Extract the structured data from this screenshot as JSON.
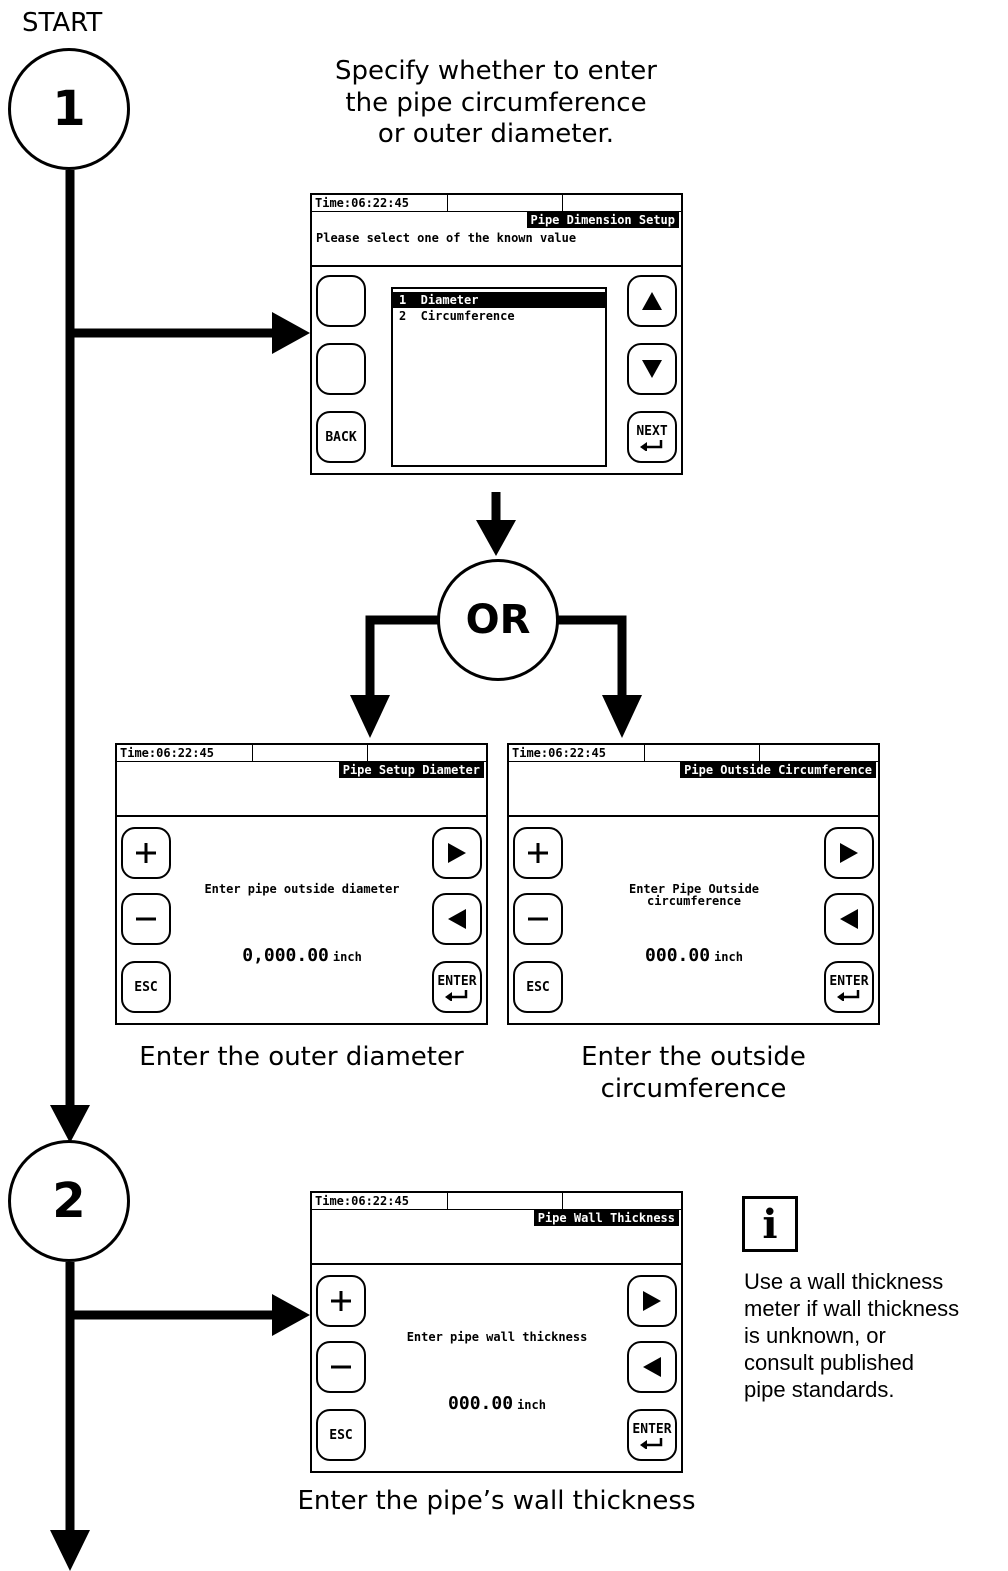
{
  "start_label": "START",
  "steps": {
    "one": "1",
    "two": "2"
  },
  "or_label": "OR",
  "step1_instruction": [
    "Specify whether to enter",
    "the pipe circumference",
    "or outer diameter."
  ],
  "screens": {
    "dimension_setup": {
      "time": "Time:06:22:45",
      "title": "Pipe Dimension Setup",
      "subtitle": "Please select one of the known value",
      "options": [
        "1  Diameter",
        "2  Circumference"
      ],
      "selected_index": 0,
      "back_label": "BACK",
      "next_label": "NEXT"
    },
    "diameter": {
      "time": "Time:06:22:45",
      "title": "Pipe Setup Diameter",
      "prompt": "Enter pipe outside diameter",
      "value": "0,000.00",
      "unit": "inch",
      "esc_label": "ESC",
      "enter_label": "ENTER"
    },
    "circumference": {
      "time": "Time:06:22:45",
      "title": "Pipe Outside Circumference",
      "prompt_line1": "Enter Pipe Outside",
      "prompt_line2": "circumference",
      "value": "000.00",
      "unit": "inch",
      "esc_label": "ESC",
      "enter_label": "ENTER"
    },
    "wall_thickness": {
      "time": "Time:06:22:45",
      "title": "Pipe Wall Thickness",
      "prompt": "Enter pipe wall thickness",
      "value": "000.00",
      "unit": "inch",
      "esc_label": "ESC",
      "enter_label": "ENTER"
    }
  },
  "captions": {
    "diameter": "Enter the outer diameter",
    "circumference": [
      "Enter the outside",
      "circumference"
    ],
    "wall_thickness": "Enter the pipe’s wall thickness"
  },
  "info": {
    "icon": "i",
    "note": [
      "Use a wall thickness",
      "meter if wall thickness",
      "is unknown, or",
      "consult published",
      "pipe standards."
    ]
  },
  "icons": [
    "plus-icon",
    "minus-icon",
    "up-triangle-icon",
    "down-triangle-icon",
    "right-triangle-icon",
    "left-triangle-icon",
    "enter-return-icon",
    "info-icon"
  ]
}
